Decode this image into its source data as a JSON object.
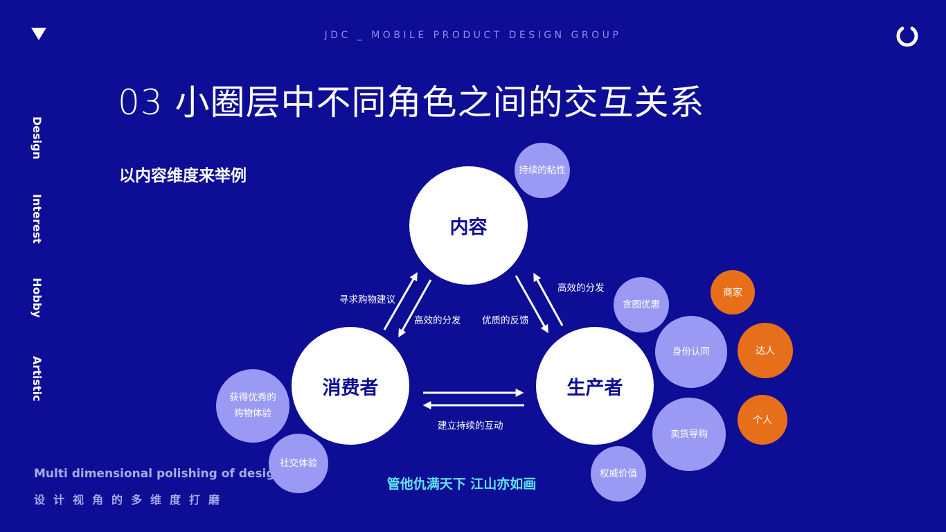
{
  "header": {
    "group": "JDC _ MOBILE PRODUCT DESIGN GROUP"
  },
  "title": "03 小圈层中不同角色之间的交互关系",
  "subtitle": "以内容维度来举例",
  "sidebar": {
    "items": [
      "Design",
      "Interest",
      "Hobby",
      "Artistic"
    ]
  },
  "footer": {
    "tagline_en": "Multi dimensional polishing of design pe",
    "tagline_cn": "设计视角的多维度打磨"
  },
  "diagram": {
    "nodes": {
      "content": "内容",
      "consumer": "消费者",
      "producer": "生产者"
    },
    "bubbles": {
      "stickiness": "持续的粘性",
      "consumer_experience_1": "获得优秀的",
      "consumer_experience_2": "购物体验",
      "social": "社交体验",
      "deals": "贪图优惠",
      "identity": "身份认同",
      "sell": "卖货导购",
      "authority": "权威价值"
    },
    "producer_types": {
      "merchant": "商家",
      "expert": "达人",
      "individual": "个人"
    },
    "edge_labels": {
      "seek_advice": "寻求购物建议",
      "efficient_dist_left": "高效的分发",
      "quality_feedback": "优质的反馈",
      "efficient_dist_right": "高效的分发",
      "interaction": "建立持续的互动"
    }
  },
  "caption": "管他仇满天下 江山亦如画",
  "colors": {
    "background": "#0d0d96",
    "bubble": "#9a9af4",
    "accent_orange": "#e86f1a",
    "caption": "#5fe5f5"
  }
}
